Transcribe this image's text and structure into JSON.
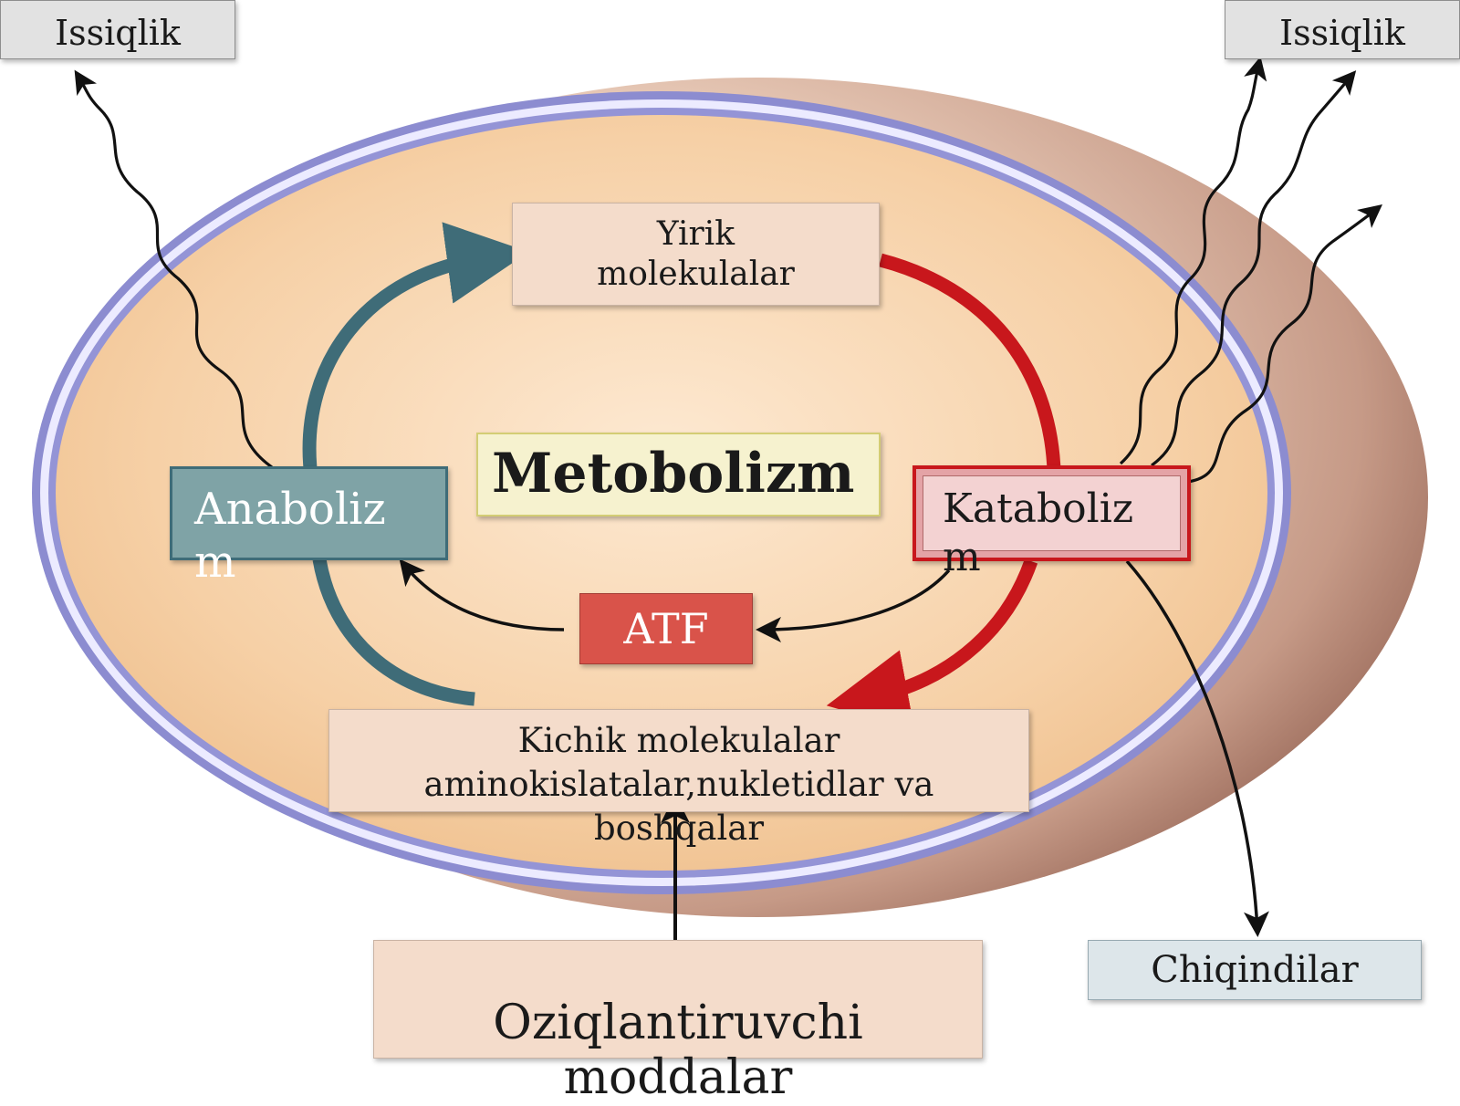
{
  "labels": {
    "heat_left": "Issiqlik",
    "heat_right": "Issiqlik",
    "large_molecules": "Yirik molekulalar",
    "metabolism": "Metobolizm",
    "anabolism": "Anabolizm",
    "catabolism": "Katabolizm",
    "atp": "ATF",
    "small_molecules": "Kichik molekulalar aminokislatalar,nukletidlar va boshqalar",
    "nutrients": "Oziqlantiruvchi moddalar",
    "waste": "Chiqindilar"
  },
  "colors": {
    "anabolism": "#3f6c78",
    "catabolism": "#c8171c",
    "atp": "#d9534a",
    "cell_fill": "#f3c99a",
    "membrane": "#8f8fd0",
    "metabolism_box": "#f6f2cf"
  }
}
